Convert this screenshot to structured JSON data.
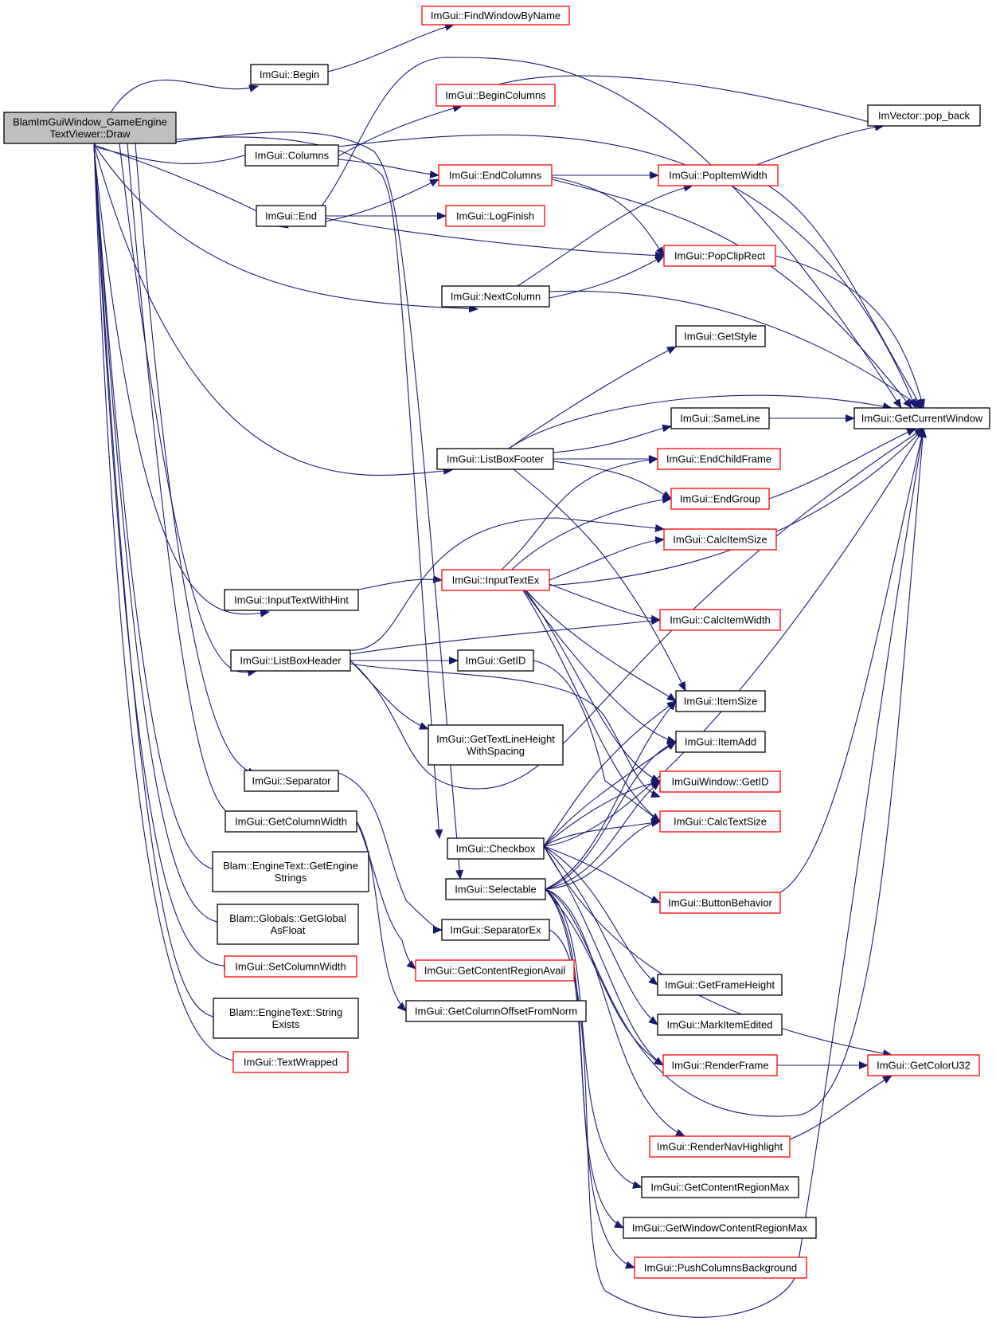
{
  "colors": {
    "edge": "#191970",
    "border_normal": "#000000",
    "border_truncated": "#ff0000",
    "root_fill": "#bfbfbf",
    "node_fill": "#ffffff"
  },
  "nodes": [
    {
      "id": "draw",
      "lines": [
        "BlamImGuiWindow_GameEngine",
        "TextViewer::Draw"
      ],
      "style": "root"
    },
    {
      "id": "findwindow",
      "lines": [
        "ImGui::FindWindowByName"
      ],
      "style": "red"
    },
    {
      "id": "begin",
      "lines": [
        "ImGui::Begin"
      ],
      "style": "black"
    },
    {
      "id": "begincolumns",
      "lines": [
        "ImGui::BeginColumns"
      ],
      "style": "red"
    },
    {
      "id": "popback",
      "lines": [
        "ImVector::pop_back"
      ],
      "style": "black"
    },
    {
      "id": "columns",
      "lines": [
        "ImGui::Columns"
      ],
      "style": "black"
    },
    {
      "id": "endcolumns",
      "lines": [
        "ImGui::EndColumns"
      ],
      "style": "red"
    },
    {
      "id": "popitemwidth",
      "lines": [
        "ImGui::PopItemWidth"
      ],
      "style": "red"
    },
    {
      "id": "end",
      "lines": [
        "ImGui::End"
      ],
      "style": "black"
    },
    {
      "id": "logfinish",
      "lines": [
        "ImGui::LogFinish"
      ],
      "style": "red"
    },
    {
      "id": "popcliprect",
      "lines": [
        "ImGui::PopClipRect"
      ],
      "style": "red"
    },
    {
      "id": "nextcolumn",
      "lines": [
        "ImGui::NextColumn"
      ],
      "style": "black"
    },
    {
      "id": "getstyle",
      "lines": [
        "ImGui::GetStyle"
      ],
      "style": "black"
    },
    {
      "id": "getcurrentwindow",
      "lines": [
        "ImGui::GetCurrentWindow"
      ],
      "style": "black"
    },
    {
      "id": "sameline",
      "lines": [
        "ImGui::SameLine"
      ],
      "style": "black"
    },
    {
      "id": "listboxfooter",
      "lines": [
        "ImGui::ListBoxFooter"
      ],
      "style": "black"
    },
    {
      "id": "endchildframe",
      "lines": [
        "ImGui::EndChildFrame"
      ],
      "style": "red"
    },
    {
      "id": "endgroup",
      "lines": [
        "ImGui::EndGroup"
      ],
      "style": "red"
    },
    {
      "id": "calcitemsize",
      "lines": [
        "ImGui::CalcItemSize"
      ],
      "style": "red"
    },
    {
      "id": "inputtextwithhint",
      "lines": [
        "ImGui::InputTextWithHint"
      ],
      "style": "black"
    },
    {
      "id": "inputtextex",
      "lines": [
        "ImGui::InputTextEx"
      ],
      "style": "red"
    },
    {
      "id": "calcitemwidth",
      "lines": [
        "ImGui::CalcItemWidth"
      ],
      "style": "red"
    },
    {
      "id": "listboxheader",
      "lines": [
        "ImGui::ListBoxHeader"
      ],
      "style": "black"
    },
    {
      "id": "getid",
      "lines": [
        "ImGui::GetID"
      ],
      "style": "black"
    },
    {
      "id": "itemsize",
      "lines": [
        "ImGui::ItemSize"
      ],
      "style": "black"
    },
    {
      "id": "gettextlineheight",
      "lines": [
        "ImGui::GetTextLineHeight",
        "WithSpacing"
      ],
      "style": "black"
    },
    {
      "id": "itemadd",
      "lines": [
        "ImGui::ItemAdd"
      ],
      "style": "black"
    },
    {
      "id": "separator",
      "lines": [
        "ImGui::Separator"
      ],
      "style": "black"
    },
    {
      "id": "windowgetid",
      "lines": [
        "ImGuiWindow::GetID"
      ],
      "style": "red"
    },
    {
      "id": "getcolumnwidth",
      "lines": [
        "ImGui::GetColumnWidth"
      ],
      "style": "black"
    },
    {
      "id": "calctextsize",
      "lines": [
        "ImGui::CalcTextSize"
      ],
      "style": "red"
    },
    {
      "id": "checkbox",
      "lines": [
        "ImGui::Checkbox"
      ],
      "style": "black"
    },
    {
      "id": "getenginestrings",
      "lines": [
        "Blam::EngineText::GetEngine",
        "Strings"
      ],
      "style": "black"
    },
    {
      "id": "selectable",
      "lines": [
        "ImGui::Selectable"
      ],
      "style": "black"
    },
    {
      "id": "buttonbehavior",
      "lines": [
        "ImGui::ButtonBehavior"
      ],
      "style": "red"
    },
    {
      "id": "getglobalasfloat",
      "lines": [
        "Blam::Globals::GetGlobal",
        "AsFloat"
      ],
      "style": "black"
    },
    {
      "id": "separatorex",
      "lines": [
        "ImGui::SeparatorEx"
      ],
      "style": "black"
    },
    {
      "id": "setcolumnwidth",
      "lines": [
        "ImGui::SetColumnWidth"
      ],
      "style": "red"
    },
    {
      "id": "getcontentregionavail",
      "lines": [
        "ImGui::GetContentRegionAvail"
      ],
      "style": "red"
    },
    {
      "id": "getframeheight",
      "lines": [
        "ImGui::GetFrameHeight"
      ],
      "style": "black"
    },
    {
      "id": "stringexists",
      "lines": [
        "Blam::EngineText::String",
        "Exists"
      ],
      "style": "black"
    },
    {
      "id": "getcolumnoffset",
      "lines": [
        "ImGui::GetColumnOffsetFromNorm"
      ],
      "style": "black"
    },
    {
      "id": "markitemedited",
      "lines": [
        "ImGui::MarkItemEdited"
      ],
      "style": "black"
    },
    {
      "id": "textwrapped",
      "lines": [
        "ImGui::TextWrapped"
      ],
      "style": "red"
    },
    {
      "id": "renderframe",
      "lines": [
        "ImGui::RenderFrame"
      ],
      "style": "red"
    },
    {
      "id": "getcoloru32",
      "lines": [
        "ImGui::GetColorU32"
      ],
      "style": "red"
    },
    {
      "id": "rendernavhighlight",
      "lines": [
        "ImGui::RenderNavHighlight"
      ],
      "style": "red"
    },
    {
      "id": "getcontentregionmax",
      "lines": [
        "ImGui::GetContentRegionMax"
      ],
      "style": "black"
    },
    {
      "id": "getwindowcontentregionmax",
      "lines": [
        "ImGui::GetWindowContentRegionMax"
      ],
      "style": "black"
    },
    {
      "id": "pushcolumnsbackground",
      "lines": [
        "ImGui::PushColumnsBackground"
      ],
      "style": "red"
    }
  ]
}
